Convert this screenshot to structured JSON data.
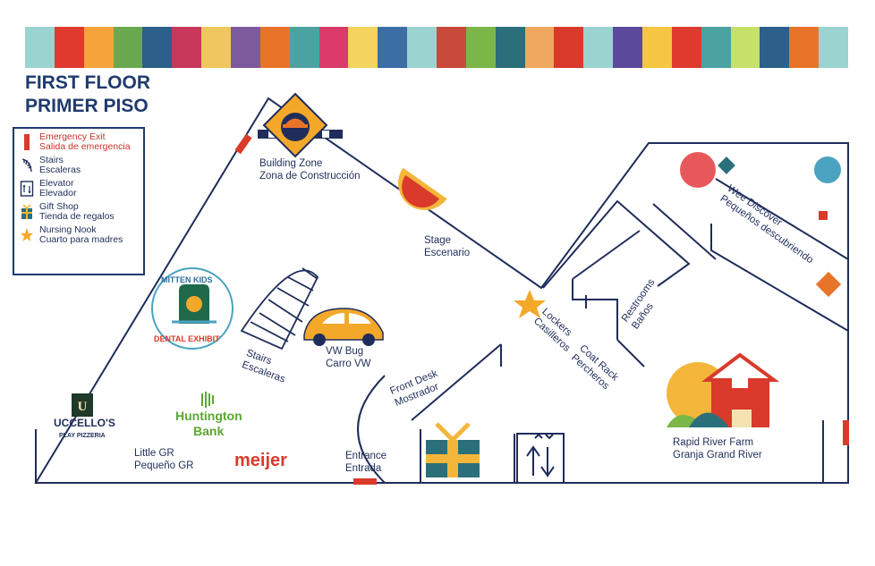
{
  "title": {
    "line1": "FIRST FLOOR",
    "line2": "PRIMER PISO"
  },
  "legend": [
    {
      "icon": "emergency-exit-icon",
      "en": "Emergency Exit",
      "es": "Salida de emergencia"
    },
    {
      "icon": "stairs-icon",
      "en": "Stairs",
      "es": "Escaleras"
    },
    {
      "icon": "elevator-icon",
      "en": "Elevator",
      "es": "Elevador"
    },
    {
      "icon": "gift-icon",
      "en": "Gift Shop",
      "es": "Tienda de regalos"
    },
    {
      "icon": "star-icon",
      "en": "Nursing Nook",
      "es": "Cuarto para madres"
    }
  ],
  "areas": {
    "building_zone": {
      "en": "Building Zone",
      "es": "Zona de Construcción"
    },
    "stage": {
      "en": "Stage",
      "es": "Escenario"
    },
    "wee_discover": {
      "en": "Wee Discover",
      "es": "Pequeños descubriendo"
    },
    "restrooms": {
      "en": "Restrooms",
      "es": "Baños"
    },
    "lockers": {
      "en": "Lockers",
      "es": "Casilleros"
    },
    "coat_rack": {
      "en": "Coat Rack",
      "es": "Percheros"
    },
    "stairs": {
      "en": "Stairs",
      "es": "Escaleras"
    },
    "vw_bug": {
      "en": "VW Bug",
      "es": "Carro VW"
    },
    "front_desk": {
      "en": "Front Desk",
      "es": "Mostrador"
    },
    "entrance": {
      "en": "Entrance",
      "es": "Entrada"
    },
    "little_gr": {
      "en": "Little GR",
      "es": "Pequeño GR"
    },
    "rapid_river": {
      "en": "Rapid River Farm",
      "es": "Granja Grand River"
    }
  },
  "sponsors": {
    "mitten_kids_top": "MITTEN KIDS",
    "mitten_kids_bottom": "DENTAL EXHIBIT",
    "uccellos": "UCCELLO'S",
    "uccellos_sub": "PLAY PIZZERIA",
    "huntington1": "Huntington",
    "huntington2": "Bank",
    "meijer": "meijer"
  },
  "colors": {
    "navy": "#1f2d5a",
    "red": "#d93a2b",
    "orange": "#e8742a",
    "yellow": "#f4b63a",
    "teal": "#2a6f7a",
    "green": "#7ab648",
    "huntington": "#5aa832"
  },
  "banner_colors": [
    "#9bd3d0",
    "#e03a2f",
    "#f6a33b",
    "#6aa84f",
    "#2c5f8a",
    "#c7385a",
    "#f0c75e",
    "#7d5a9c",
    "#e8742a",
    "#4aa3a0",
    "#d93a6a",
    "#f4d35e",
    "#3b6ea5",
    "#9bd3d0",
    "#c84a3a",
    "#7ab648",
    "#2a6f7a",
    "#f0a860",
    "#d93a2b",
    "#9bd3d0",
    "#5b4a9c",
    "#f6c542",
    "#e03a2f",
    "#4aa3a0",
    "#c7e06a",
    "#2c5f8a",
    "#e8742a",
    "#9bd3d0"
  ]
}
